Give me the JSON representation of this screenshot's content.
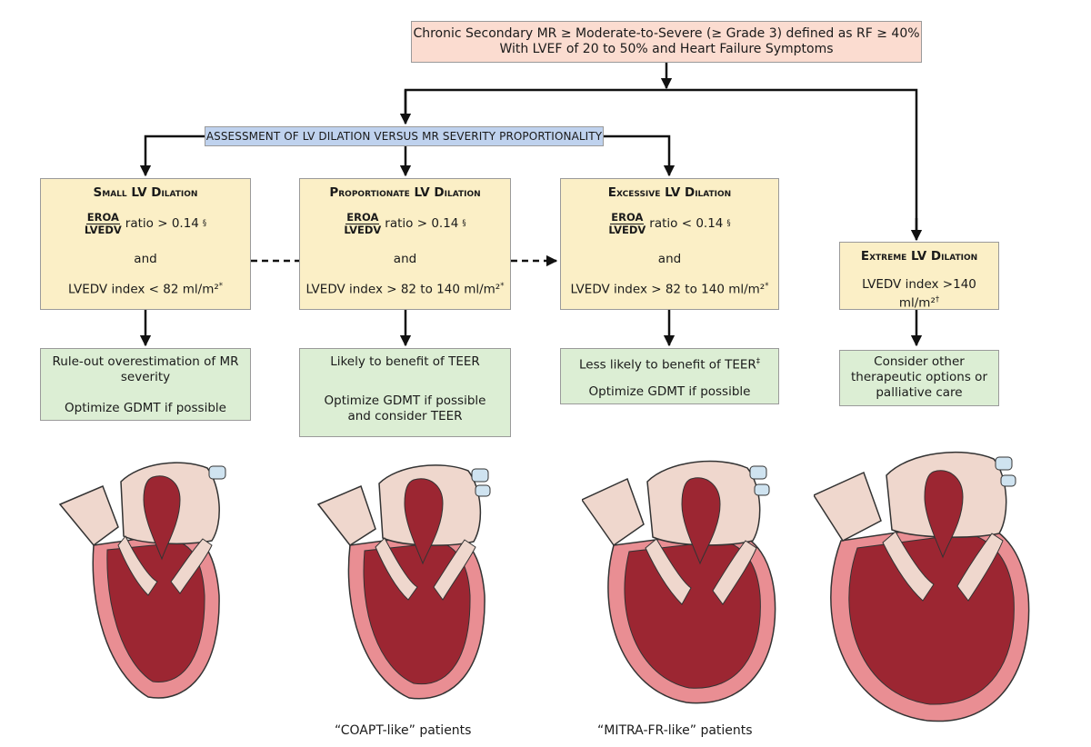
{
  "top": {
    "line1": "Chronic Secondary MR ≥ Moderate-to-Severe (≥ Grade 3) defined as RF ≥ 40%",
    "line2": "With LVEF of 20 to 50% and Heart Failure Symptoms"
  },
  "assessment": "ASSESSMENT OF LV DILATION VERSUS MR SEVERITY PROPORTIONALITY",
  "categories": [
    {
      "title": "Small LV Dilation",
      "frac_num": "EROA",
      "frac_den": "LVEDV",
      "ratio": "ratio > 0.14",
      "ratio_mark": "§",
      "and": "and",
      "index": "LVEDV index < 82 ml/m²",
      "index_mark": "*"
    },
    {
      "title": "Proportionate LV Dilation",
      "frac_num": "EROA",
      "frac_den": "LVEDV",
      "ratio": "ratio > 0.14",
      "ratio_mark": "§",
      "and": "and",
      "index": "LVEDV index > 82 to 140 ml/m²",
      "index_mark": "*"
    },
    {
      "title": "Excessive LV Dilation",
      "frac_num": "EROA",
      "frac_den": "LVEDV",
      "ratio": "ratio < 0.14",
      "ratio_mark": "§",
      "and": "and",
      "index": "LVEDV index > 82 to 140 ml/m²",
      "index_mark": "*"
    },
    {
      "title": "Extreme LV Dilation",
      "index": "LVEDV index >140 ml/m²",
      "index_mark": "†"
    }
  ],
  "results": [
    {
      "line1": "Rule-out overestimation of MR",
      "line2": "severity",
      "line3": "Optimize GDMT if possible"
    },
    {
      "line1": "Likely to benefit of TEER",
      "line2": "Optimize GDMT if possible",
      "line3": "and consider TEER"
    },
    {
      "line1": "Less likely to benefit of TEER",
      "line1_mark": "‡",
      "line2": "Optimize GDMT if possible"
    },
    {
      "line1": "Consider other",
      "line2": "therapeutic options or",
      "line3": "palliative care"
    }
  ],
  "captions": {
    "coapt": "“COAPT-like” patients",
    "mitra": "“MITRA-FR-like” patients"
  },
  "colors": {
    "top_box": "#fbdcd0",
    "assessment_box": "#bfd2ee",
    "category_box": "#fbefc6",
    "result_box": "#dceed4",
    "heart_wall": "#e98e93",
    "heart_cavity": "#9c2632",
    "valve_tissue": "#efd7cd",
    "vessel_blue": "#cfe3f0"
  }
}
